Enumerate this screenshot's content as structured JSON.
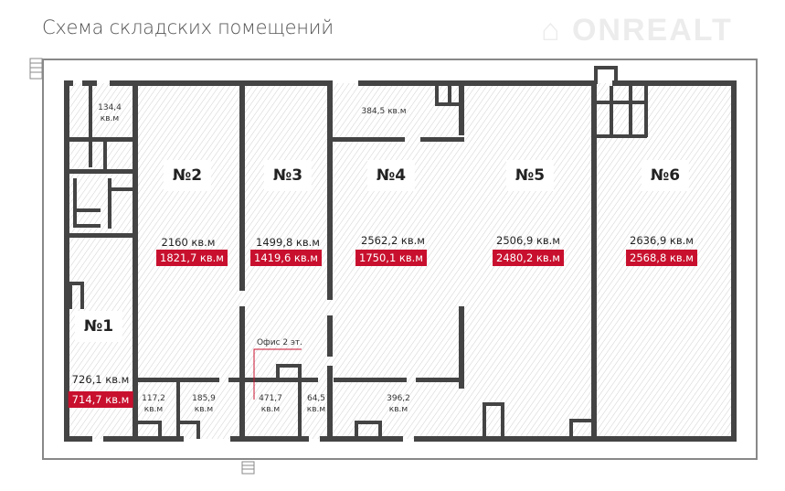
{
  "title": "Схема складских помещений",
  "logo": "ONREALT",
  "colors": {
    "wall": "#444444",
    "accent": "#c8102e",
    "hatch": "#d4d4d4"
  },
  "rooms": [
    {
      "label": "№1",
      "area": "726,1 кв.м",
      "rent": "714,7 кв.м"
    },
    {
      "label": "№2",
      "area": "2160 кв.м",
      "rent": "1821,7 кв.м"
    },
    {
      "label": "№3",
      "area": "1499,8 кв.м",
      "rent": "1419,6 кв.м"
    },
    {
      "label": "№4",
      "area": "2562,2 кв.м",
      "rent": "1750,1 кв.м"
    },
    {
      "label": "№5",
      "area": "2506,9 кв.м",
      "rent": "2480,2 кв.м"
    },
    {
      "label": "№6",
      "area": "2636,9 кв.м",
      "rent": "2568,8 кв.м"
    }
  ],
  "small_areas": [
    {
      "value": "134,4",
      "unit": "кв.м"
    },
    {
      "value": "384,5 кв.м"
    },
    {
      "value": "117,2",
      "unit": "кв.м"
    },
    {
      "value": "185,9",
      "unit": "кв.м"
    },
    {
      "value": "471,7",
      "unit": "кв.м"
    },
    {
      "value": "64,5",
      "unit": "кв.м"
    },
    {
      "value": "396,2",
      "unit": "кв.м"
    }
  ],
  "office_label": "Офис 2 эт."
}
